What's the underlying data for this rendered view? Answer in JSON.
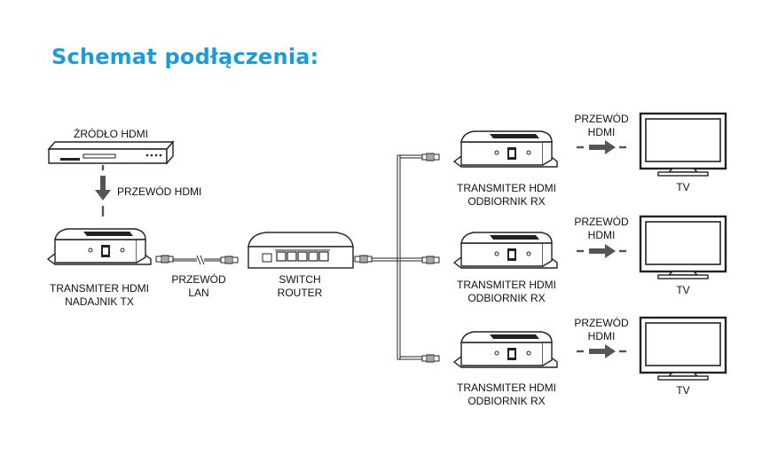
{
  "title": "Schemat podłączenia:",
  "source": {
    "label": "ŹRÓDŁO HDMI"
  },
  "source_cable": {
    "label": "PRZEWÓD HDMI"
  },
  "transmitter": {
    "line1": "TRANSMITER HDMI",
    "line2": "NADAJNIK TX"
  },
  "lan_cable": {
    "line1": "PRZEWÓD",
    "line2": "LAN"
  },
  "switch": {
    "line1": "SWITCH",
    "line2": "ROUTER"
  },
  "receivers": [
    {
      "line1": "TRANSMITER HDMI",
      "line2": "ODBIORNIK RX",
      "cable_line1": "PRZEWÓD",
      "cable_line2": "HDMI",
      "tv": "TV"
    },
    {
      "line1": "TRANSMITER HDMI",
      "line2": "ODBIORNIK RX",
      "cable_line1": "PRZEWÓD",
      "cable_line2": "HDMI",
      "tv": "TV"
    },
    {
      "line1": "TRANSMITER HDMI",
      "line2": "ODBIORNIK RX",
      "cable_line1": "PRZEWÓD",
      "cable_line2": "HDMI",
      "tv": "TV"
    }
  ],
  "colors": {
    "title": "#1e9bd7",
    "line": "#222222",
    "device_fill": "#ffffff",
    "arrow": "#555555"
  }
}
